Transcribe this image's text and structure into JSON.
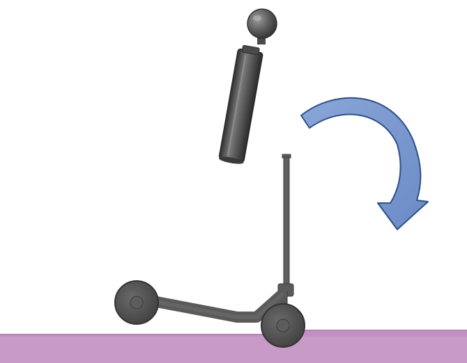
{
  "diagram": {
    "objects": [
      "ground-strip",
      "handle-grip",
      "rotation-arrow",
      "scooter"
    ],
    "colors": {
      "background": "#ffffff",
      "ground": "#c79ac7",
      "ground_edge": "#b783b7",
      "arrow_fill": "#7896cc",
      "arrow_stroke": "#2f4f86",
      "grip_light": "#8a8a8a",
      "grip_dark": "#3c3c3c",
      "scooter_body": "#5a5a5a",
      "scooter_wheel": "#4d4d4d"
    }
  }
}
